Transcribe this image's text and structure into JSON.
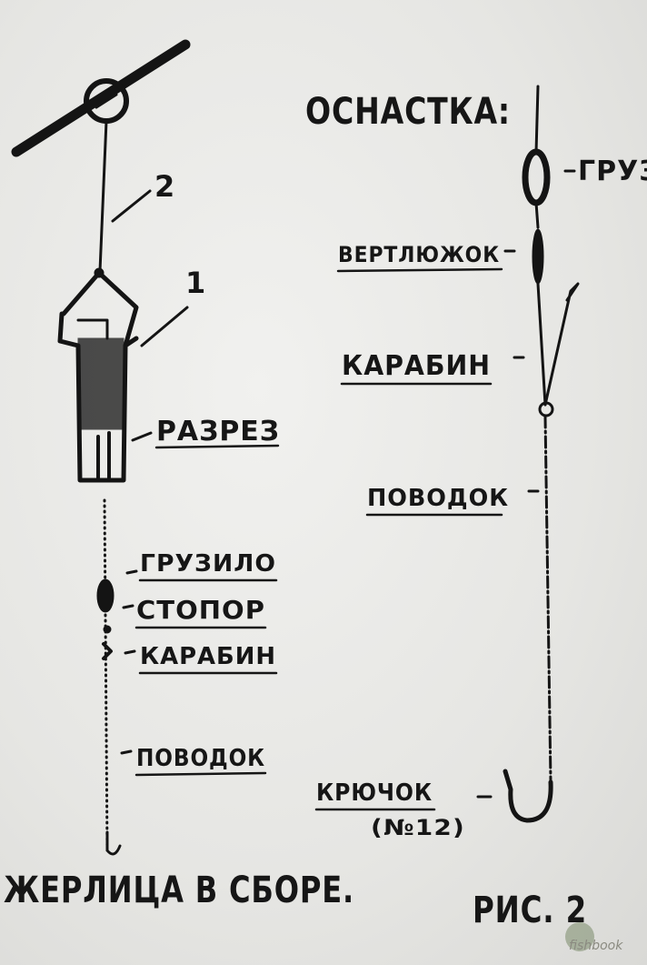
{
  "left_rig": {
    "num_line": "2",
    "num_frame": "1",
    "labels": {
      "razrez": "РАЗРЕЗ",
      "gruzilo": "ГРУЗИЛО",
      "stopor": "СТОПОР",
      "karabin": "КАРАБИН",
      "povodok": "ПОВОДОК"
    },
    "caption": "ЖЕРЛИЦА В СБОРЕ."
  },
  "right_rig": {
    "title": "ОСНАСТКА:",
    "labels": {
      "gruz": "ГРУЗ",
      "vertlyuzhok": "ВЕРТЛЮЖОК",
      "karabin": "КАРАБИН",
      "povodok": "ПОВОДОК",
      "kryuchok": "КРЮЧОК",
      "hook_size": "(№12)"
    },
    "figure_label": "РИС. 2"
  },
  "watermark": "fishbook"
}
